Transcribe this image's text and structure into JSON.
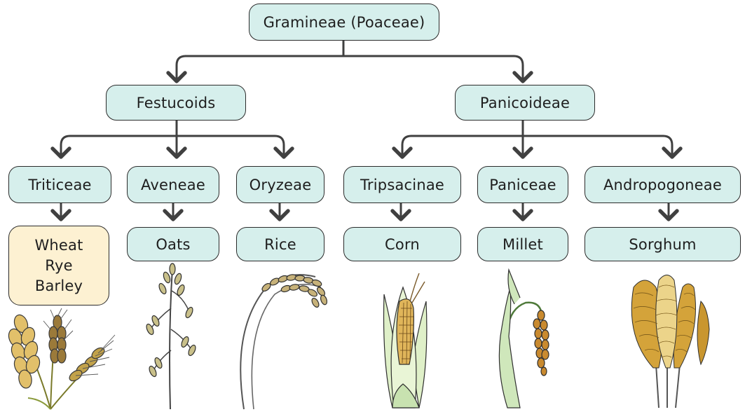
{
  "colors": {
    "box_fill": "#d6efec",
    "crop_box_fill": "#fdf1d2",
    "stroke": "#2b2b2b",
    "connector": "#404040"
  },
  "root": {
    "label": "Gramineae (Poaceae)"
  },
  "subfamilies": [
    {
      "label": "Festucoids"
    },
    {
      "label": "Panicoideae"
    }
  ],
  "tribes": [
    {
      "label": "Triticeae"
    },
    {
      "label": "Aveneae"
    },
    {
      "label": "Oryzeae"
    },
    {
      "label": "Tripsacinae"
    },
    {
      "label": "Paniceae"
    },
    {
      "label": "Andropogoneae"
    }
  ],
  "crops": [
    {
      "lines": [
        "Wheat",
        "Rye",
        "Barley"
      ]
    },
    {
      "lines": [
        "Oats"
      ]
    },
    {
      "lines": [
        "Rice"
      ]
    },
    {
      "lines": [
        "Corn"
      ]
    },
    {
      "lines": [
        "Millet"
      ]
    },
    {
      "lines": [
        "Sorghum"
      ]
    }
  ],
  "illustrations": [
    {
      "icon": "wheat-rye-barley-illustration"
    },
    {
      "icon": "oats-illustration"
    },
    {
      "icon": "rice-illustration"
    },
    {
      "icon": "corn-illustration"
    },
    {
      "icon": "millet-illustration"
    },
    {
      "icon": "sorghum-illustration"
    }
  ]
}
